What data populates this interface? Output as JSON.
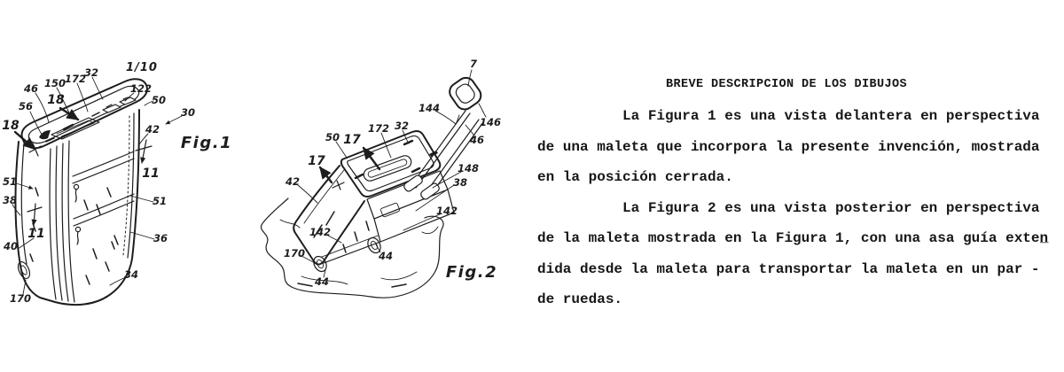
{
  "colors": {
    "ink": "#1d1d1d",
    "paper": "#ffffff"
  },
  "sheet": {
    "number": "1/10"
  },
  "fig1": {
    "caption": "Fig.1",
    "labels": {
      "n46": "46",
      "n150": "150",
      "n172": "172",
      "n32": "32",
      "n122": "122",
      "n50": "50",
      "n56": "56",
      "n18a": "18",
      "n18b": "18",
      "n30": "30",
      "n42": "42",
      "n11r": "11",
      "n51l": "51",
      "n38": "38",
      "n11l": "11",
      "n40": "40",
      "n170": "170",
      "n51r": "51",
      "n36": "36",
      "n34": "34"
    }
  },
  "fig2": {
    "caption": "Fig.2",
    "labels": {
      "n7": "7",
      "n144": "144",
      "n146": "146",
      "n46": "46",
      "n32": "32",
      "n172": "172",
      "n50": "50",
      "n17a": "17",
      "n17b": "17",
      "n42": "42",
      "n148": "148",
      "n38": "38",
      "n142a": "142",
      "n142b": "142",
      "n170": "170",
      "n44a": "44",
      "n44b": "44"
    }
  },
  "description": {
    "title": "BREVE DESCRIPCION DE LOS DIBUJOS",
    "lines": [
      "          La Figura 1 es una vista delantera en perspectiva",
      "de una maleta que incorpora la presente invención, mostrada",
      "en la posición cerrada.",
      "          La Figura 2 es una vista posterior en perspectiva",
      "de la maleta mostrada en la Figura 1, con una asa guía exten̲",
      "dida desde la maleta para transportar la maleta en un par -",
      "de ruedas."
    ]
  }
}
